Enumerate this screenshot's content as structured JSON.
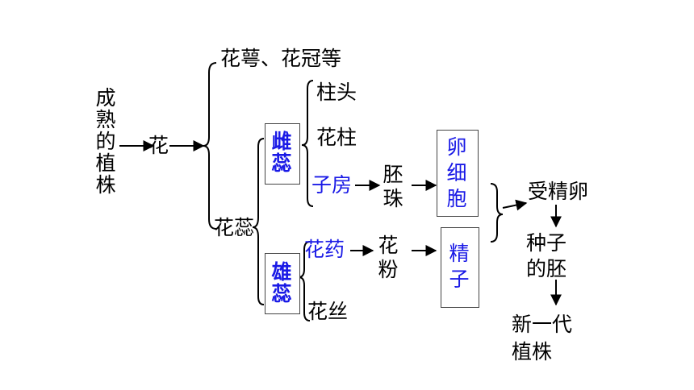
{
  "plant": "成熟的植株",
  "flower": "花",
  "sepal_petal": "花萼、花冠等",
  "pistil_stamen": "花蕊",
  "pistil": "雌蕊",
  "stigma": "柱头",
  "style": "花柱",
  "ovary": "子房",
  "ovule": "胚珠",
  "egg_cell": "卵细胞",
  "stamen": "雄蕊",
  "anther": "花药",
  "pollen": "花粉",
  "sperm": "精子",
  "filament": "花丝",
  "fertilized_egg": "受精卵",
  "embryo": "种子的胚",
  "next_gen": "新一代植株",
  "colors": {
    "text": "#000000",
    "highlight": "#1a1ae6"
  }
}
